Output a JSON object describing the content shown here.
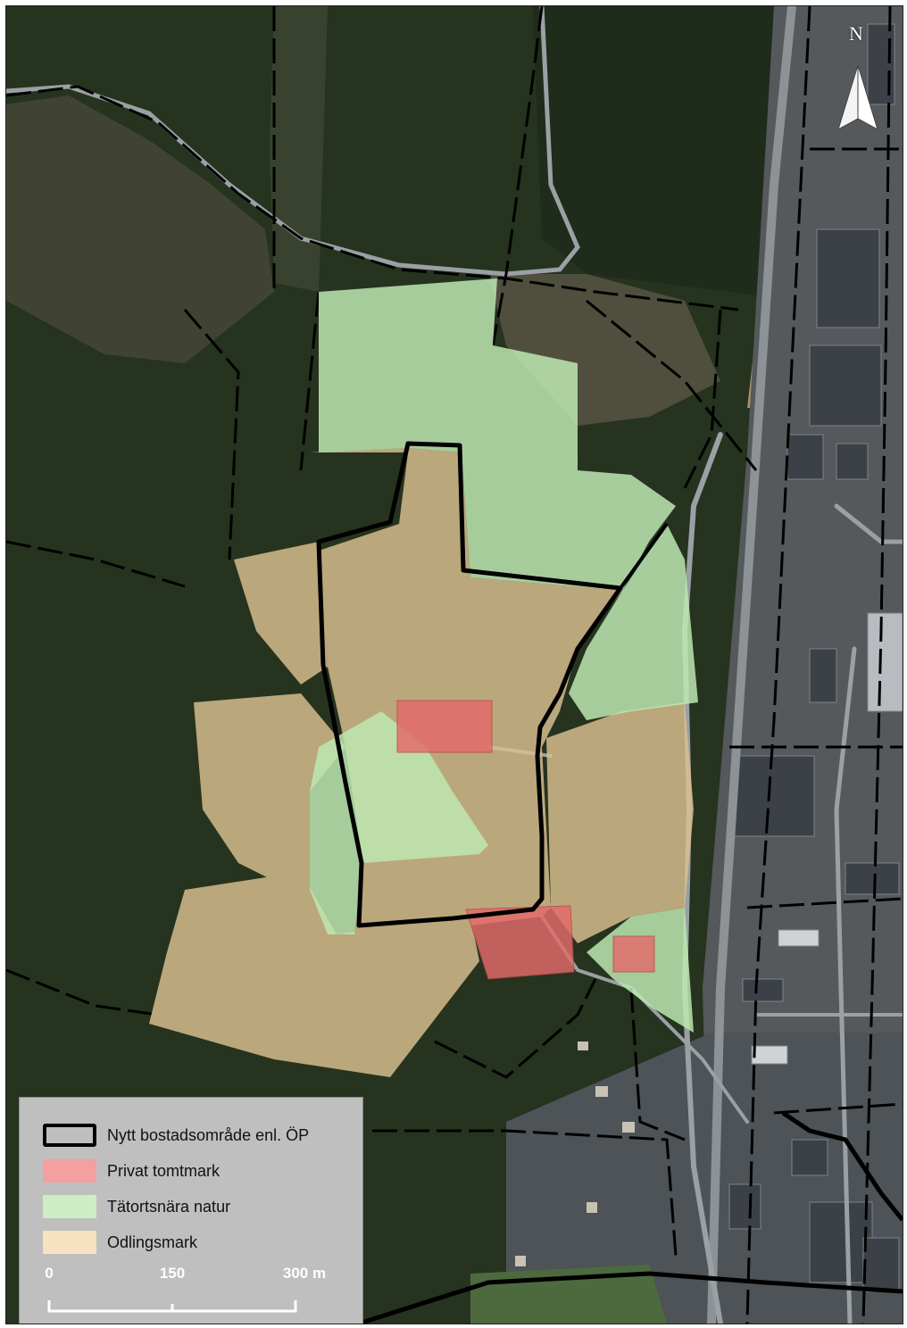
{
  "map": {
    "north_letter": "N",
    "legend": {
      "items": [
        {
          "label": "Nytt bostadsområde enl. ÖP",
          "style": "outline",
          "color": "#000000"
        },
        {
          "label": "Privat tomtmark",
          "style": "fill",
          "color": "#f2a0a0"
        },
        {
          "label": "Tätortsnära natur",
          "style": "fill",
          "color": "#cdeec5"
        },
        {
          "label": "Odlingsmark",
          "style": "fill",
          "color": "#f6e2c0"
        }
      ]
    },
    "scalebar": {
      "ticks": [
        "0",
        "150",
        "300 m"
      ]
    },
    "colors": {
      "forest": "#24311f",
      "forest_light": "#3a4a2f",
      "field_brown": "#6b5e48",
      "urban": "#5d6166",
      "road": "#9aa0a4",
      "private_fill": "#e46a6a",
      "nature_fill": "#b8e6ae",
      "farm_fill": "#d9bf91",
      "boundary": "#000000"
    }
  }
}
